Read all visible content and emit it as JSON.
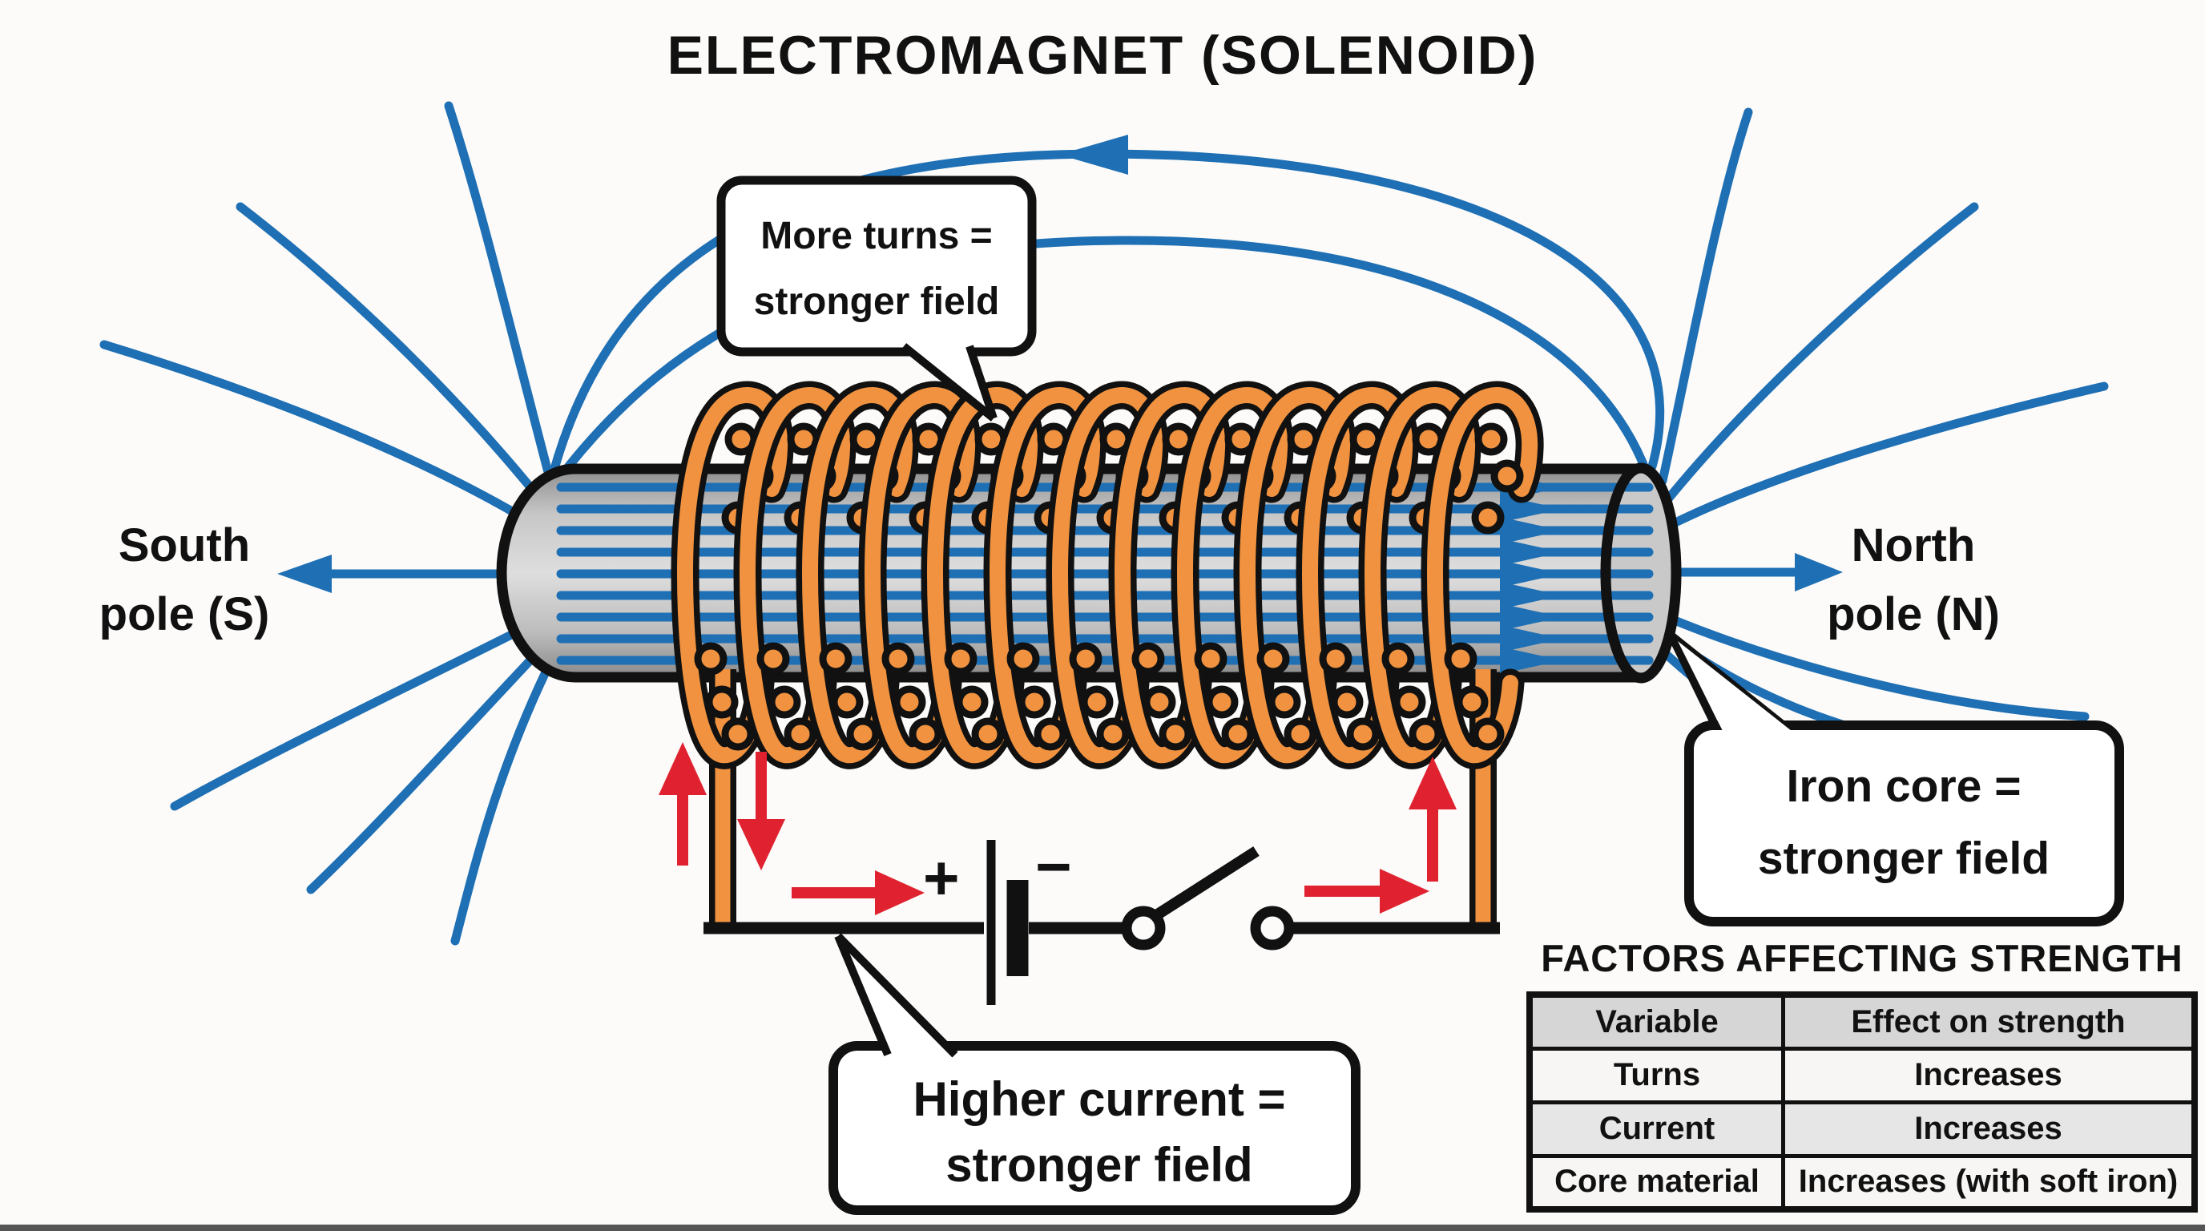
{
  "title": "ELECTROMAGNET (SOLENOID)",
  "poles": {
    "south_line1": "South",
    "south_line2": "pole (S)",
    "north_line1": "North",
    "north_line2": "pole (N)"
  },
  "callouts": {
    "more_turns": {
      "line1": "More turns =",
      "line2": "stronger field"
    },
    "iron_core": {
      "line1": "Iron core =",
      "line2": "stronger field"
    },
    "higher_current": {
      "line1": "Higher current =",
      "line2": "stronger field"
    }
  },
  "battery": {
    "plus": "+",
    "minus": "−"
  },
  "table": {
    "heading": "FACTORS AFFECTING STRENGTH",
    "columns": [
      "Variable",
      "Effect on strength"
    ],
    "rows": [
      [
        "Turns",
        "Increases"
      ],
      [
        "Current",
        "Increases"
      ],
      [
        "Core material",
        "Increases (with soft iron)"
      ]
    ]
  },
  "coil": {
    "turns": 13
  },
  "field_lines": {
    "inside_count": 9
  },
  "colors": {
    "field_blue": "#1e6fb4",
    "wire_orange": "#f0923f",
    "current_red": "#e02230",
    "outline_black": "#111111",
    "core_gray": "#b5b5b5",
    "table_header_gray": "#d6d6d6",
    "table_alt_gray": "#e6e6e6",
    "background": "#fcfbf9"
  }
}
